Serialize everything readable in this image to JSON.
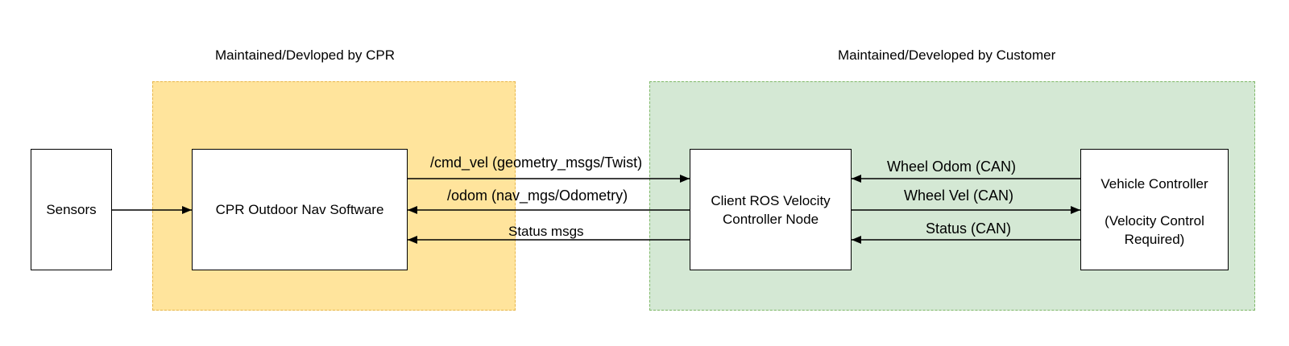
{
  "regions": {
    "cpr": {
      "title": "Maintained/Devloped by CPR",
      "fill": "#ffe49c",
      "border": "#e8b64a"
    },
    "customer": {
      "title": "Maintained/Developed  by Customer",
      "fill": "#d4e8d4",
      "border": "#7fb868"
    }
  },
  "nodes": {
    "sensors": {
      "label": "Sensors"
    },
    "cpr_nav": {
      "label": "CPR Outdoor Nav Software"
    },
    "client_ros": {
      "line1": "Client ROS Velocity",
      "line2": "Controller Node"
    },
    "vehicle": {
      "line1": "Vehicle Controller",
      "line2": "(Velocity Control",
      "line3": "Required)"
    }
  },
  "edges": {
    "cmd_vel": "/cmd_vel (geometry_msgs/Twist)",
    "odom": "/odom (nav_mgs/Odometry)",
    "status_msgs": "Status msgs",
    "wheel_odom": "Wheel Odom (CAN)",
    "wheel_vel": "Wheel Vel (CAN)",
    "status_can": "Status (CAN)"
  }
}
